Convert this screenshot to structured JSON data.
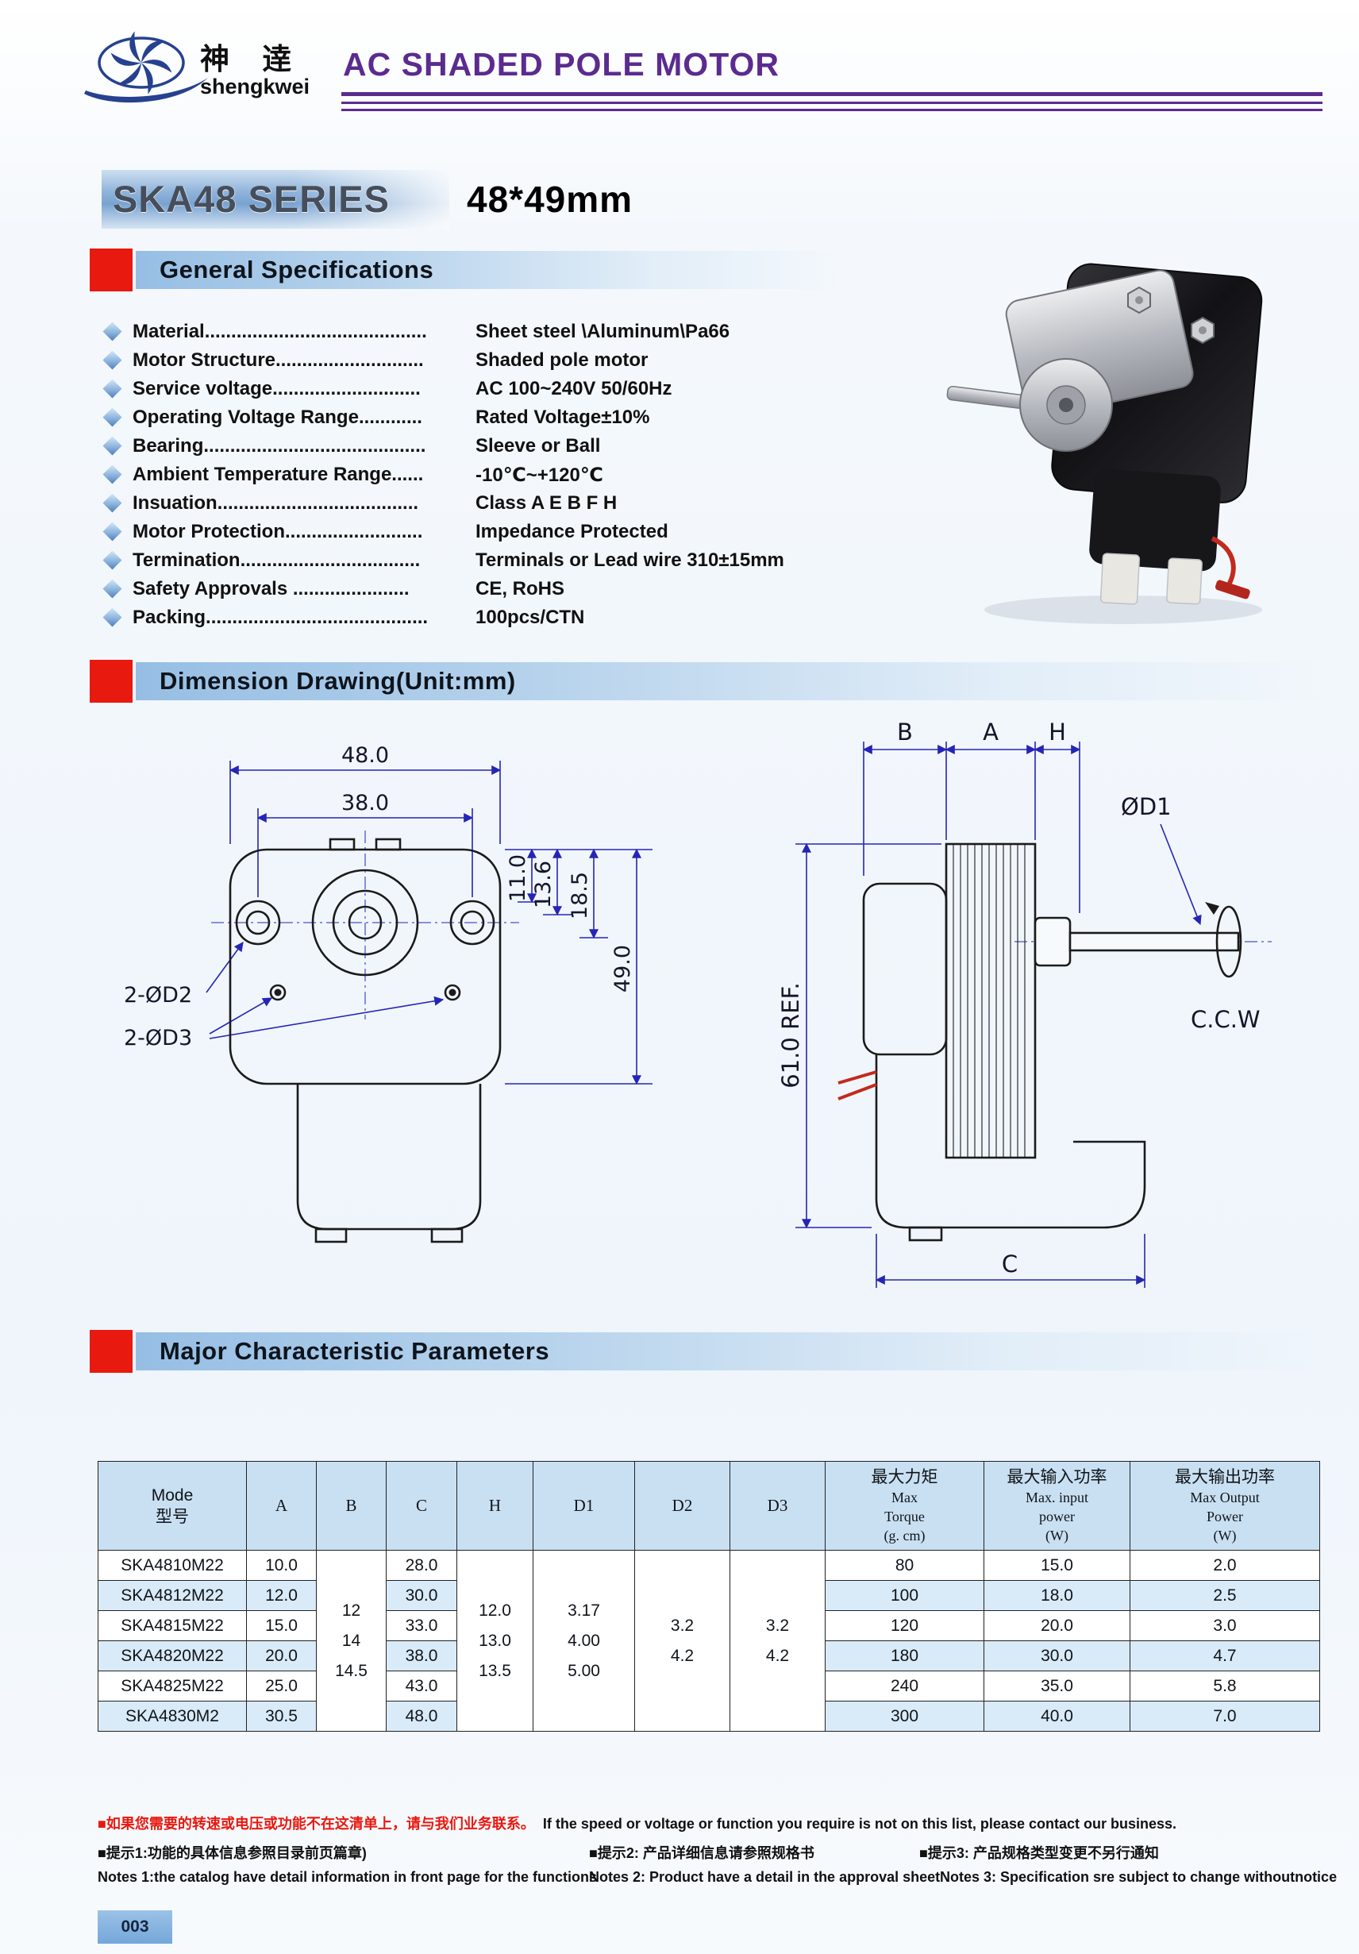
{
  "page": {
    "number": "003"
  },
  "header": {
    "logo_chinese": "神    逹",
    "logo_romanized": "shengkwei",
    "title": "AC SHADED POLE MOTOR"
  },
  "series": {
    "name": "SKA48 SERIES",
    "size": "48*49mm"
  },
  "sections": {
    "general": "General Specifications",
    "dimension": "Dimension Drawing(Unit:mm)",
    "parameters": "Major Characteristic Parameters"
  },
  "specs": [
    {
      "label": "Material",
      "dots": "..........................................",
      "value": "Sheet steel \\Aluminum\\Pa66"
    },
    {
      "label": "Motor Structure",
      "dots": "............................",
      "value": "Shaded pole motor"
    },
    {
      "label": "Service voltage",
      "dots": "............................",
      "value": "AC 100~240V 50/60Hz"
    },
    {
      "label": "Operating Voltage Range",
      "dots": "............",
      "value": "Rated Voltage±10%"
    },
    {
      "label": "Bearing",
      "dots": "..........................................",
      "value": "Sleeve or Ball"
    },
    {
      "label": "Ambient Temperature Range",
      "dots": "......",
      "value": "-10℃~+120℃"
    },
    {
      "label": "Insuation",
      "dots": "......................................",
      "value": "Class A E B F H"
    },
    {
      "label": "Motor Protection",
      "dots": "..........................",
      "value": "Impedance Protected"
    },
    {
      "label": "Termination",
      "dots": "..................................",
      "value": "Terminals or Lead wire 310±15mm"
    },
    {
      "label": "Safety Approvals ",
      "dots": "......................",
      "value": "CE, RoHS"
    },
    {
      "label": "Packing",
      "dots": "..........................................",
      "value": "100pcs/CTN"
    }
  ],
  "drawing_front": {
    "dim_width": "48.0",
    "dim_span": "38.0",
    "dim_11": "11.0",
    "dim_136": "13.6",
    "dim_185": "18.5",
    "dim_49": "49.0",
    "label_d2": "2-ØD2",
    "label_d3": "2-ØD3"
  },
  "drawing_side": {
    "dim_b": "B",
    "dim_a": "A",
    "dim_h": "H",
    "label_d1": "ØD1",
    "rotation": "C.C.W",
    "dim_total": "61.0 REF.",
    "dim_c": "C"
  },
  "table": {
    "headers": {
      "mode": [
        "Mode",
        "型号"
      ],
      "a": "A",
      "b": "B",
      "c": "C",
      "h": "H",
      "d1": "D1",
      "d2": "D2",
      "d3": "D3",
      "torque": [
        "最大力矩",
        "Max",
        "Torque",
        "(g. cm)"
      ],
      "input": [
        "最大输入功率",
        "Max. input",
        "power",
        "(W)"
      ],
      "output": [
        "最大输出功率",
        "Max Output",
        "Power",
        "(W)"
      ]
    },
    "merged": {
      "b": [
        "12",
        "14",
        "14.5"
      ],
      "h": [
        "12.0",
        "13.0",
        "13.5"
      ],
      "d1": [
        "3.17",
        "4.00",
        "5.00"
      ],
      "d2": [
        "3.2",
        "4.2"
      ],
      "d3": [
        "3.2",
        "4.2"
      ]
    },
    "rows": [
      {
        "mode": "SKA4810M22",
        "a": "10.0",
        "c": "28.0",
        "torque": "80",
        "input": "15.0",
        "output": "2.0"
      },
      {
        "mode": "SKA4812M22",
        "a": "12.0",
        "c": "30.0",
        "torque": "100",
        "input": "18.0",
        "output": "2.5"
      },
      {
        "mode": "SKA4815M22",
        "a": "15.0",
        "c": "33.0",
        "torque": "120",
        "input": "20.0",
        "output": "3.0"
      },
      {
        "mode": "SKA4820M22",
        "a": "20.0",
        "c": "38.0",
        "torque": "180",
        "input": "30.0",
        "output": "4.7"
      },
      {
        "mode": "SKA4825M22",
        "a": "25.0",
        "c": "43.0",
        "torque": "240",
        "input": "35.0",
        "output": "5.8"
      },
      {
        "mode": "SKA4830M2",
        "a": "30.5",
        "c": "48.0",
        "torque": "300",
        "input": "40.0",
        "output": "7.0"
      }
    ]
  },
  "footer": {
    "contact_cn": "■如果您需要的转速或电压或功能不在这清单上，请与我们业务联系。",
    "contact_en": "If the speed or voltage or function you require is not on this list, please contact our business.",
    "tip1": "■提示1:功能的具体信息参照目录前页篇章)",
    "tip2": "■提示2: 产品详细信息请参照规格书",
    "tip3": "■提示3: 产品规格类型变更不另行通知",
    "note1": "Notes 1:the catalog have detail information in front page for the functions",
    "note2": "Notes 2: Product have a  detail in the approval sheet",
    "note3": "Notes 3: Specification sre subject to change withoutnotice"
  }
}
